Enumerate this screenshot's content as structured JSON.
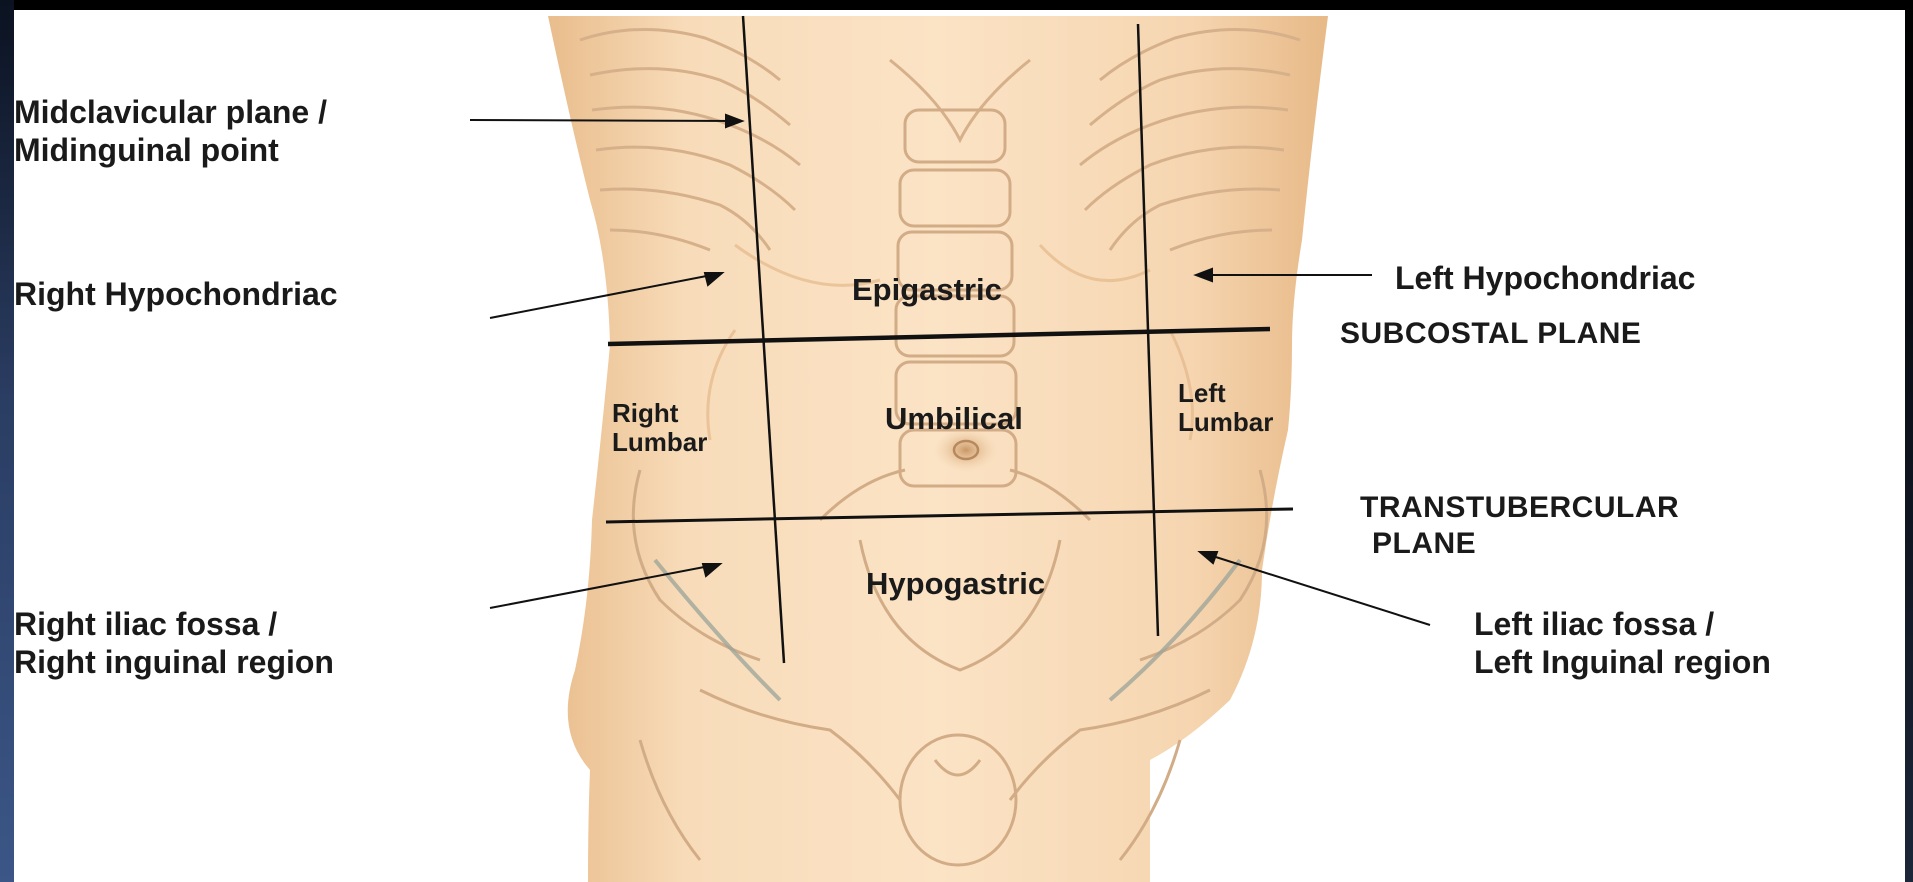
{
  "labels": {
    "midclavicular": [
      "Midclavicular plane /",
      "Midinguinal point"
    ],
    "right_hypochondriac": "Right Hypochondriac",
    "left_hypochondriac": "Left Hypochondriac",
    "subcostal_plane": "SUBCOSTAL PLANE",
    "epigastric": "Epigastric",
    "right_lumbar": [
      "Right",
      "Lumbar"
    ],
    "umbilical": "Umbilical",
    "left_lumbar": [
      "Left",
      "Lumbar"
    ],
    "transtubercular_plane": [
      "TRANSTUBERCULAR",
      "PLANE"
    ],
    "hypogastric": "Hypogastric",
    "right_iliac": [
      "Right iliac fossa /",
      "Right inguinal region"
    ],
    "left_iliac": [
      "Left iliac fossa /",
      "Left Inguinal region"
    ]
  },
  "colors": {
    "skin": "#f7dbb8",
    "skin_shade": "#ebc091",
    "bone_outline": "#d8b48e",
    "plane_line": "#111111",
    "label_text": "#1a1a1a",
    "slide_edge": "#2a3d62"
  }
}
